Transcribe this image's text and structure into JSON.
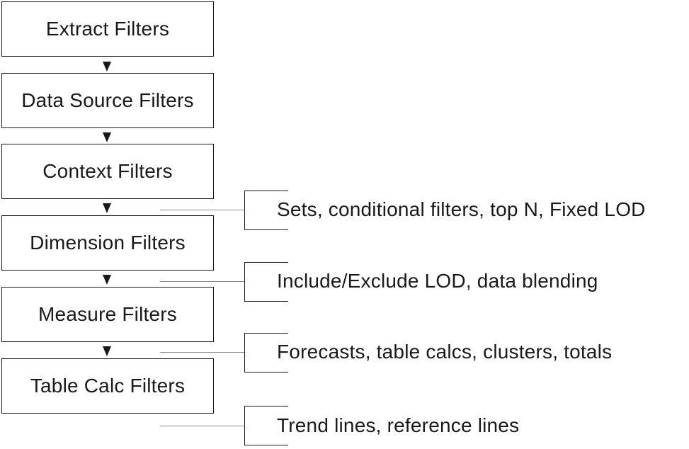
{
  "filters": [
    "Extract Filters",
    "Data Source Filters",
    "Context Filters",
    "Dimension Filters",
    "Measure Filters",
    "Table Calc Filters"
  ],
  "annotations": [
    "Sets, conditional filters, top N, Fixed LOD",
    "Include/Exclude LOD, data blending",
    "Forecasts, table calcs, clusters, totals",
    "Trend lines, reference lines"
  ]
}
